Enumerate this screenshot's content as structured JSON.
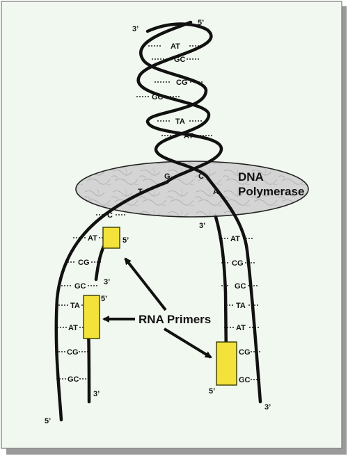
{
  "colors": {
    "page_bg": "#f1f8ef",
    "page_border": "#7a7a7a",
    "shadow": "#9a9a9a",
    "strand": "#111111",
    "primer_fill": "#f2e23a",
    "primer_stroke": "#3a3a00",
    "polymerase_fill": "#d4d4d4",
    "polymerase_stroke": "#222222"
  },
  "helix": {
    "end_labels": {
      "left": "3’",
      "right": "5’"
    },
    "pairs": [
      "AT",
      "GC",
      "CG",
      "GC",
      "TA",
      "AT"
    ]
  },
  "polymerase": {
    "title_line1": "DNA",
    "title_line2": "Polymerase",
    "inner_bases": [
      "G",
      "C",
      "T",
      "A"
    ]
  },
  "fork": {
    "top_base": "C",
    "left_strand": {
      "pairs": [
        "AT",
        "CG",
        "GC",
        "TA",
        "AT",
        "CG",
        "GC"
      ],
      "end_label": "5’"
    },
    "lagging_strand": {
      "primer_labels": [
        "5’",
        "5’"
      ],
      "three_prime_labels": [
        "3’",
        "3’"
      ]
    },
    "right_strand": {
      "pairs": [
        "AT",
        "CG",
        "GC",
        "TA",
        "AT",
        "CG",
        "GC"
      ],
      "top_label": "3’",
      "primer_label": "5’",
      "end_label": "3’"
    }
  },
  "annotation": {
    "label": "RNA Primers"
  }
}
